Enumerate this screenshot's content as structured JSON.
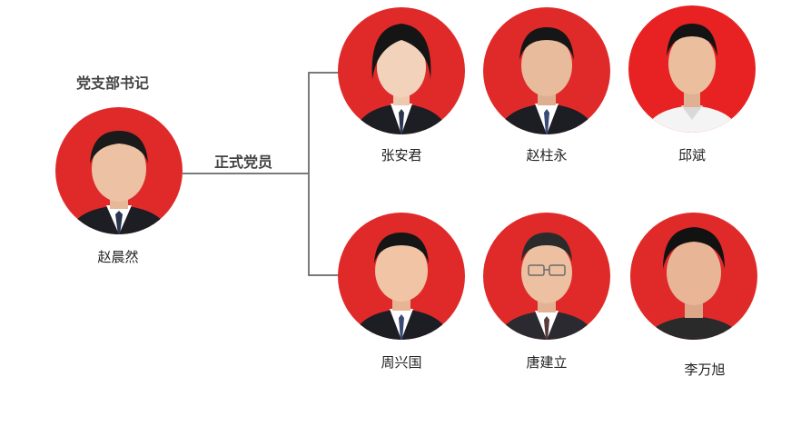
{
  "secretary_heading": "党支部书记",
  "members_heading": "正式党员",
  "secretary": {
    "name": "赵晨然"
  },
  "members": [
    {
      "name": "张安君"
    },
    {
      "name": "赵柱永"
    },
    {
      "name": "邱斌"
    },
    {
      "name": "周兴国"
    },
    {
      "name": "唐建立"
    },
    {
      "name": "李万旭"
    }
  ],
  "colors": {
    "photo_background": "#e02a2a",
    "connector_line": "#7a7a7a"
  }
}
